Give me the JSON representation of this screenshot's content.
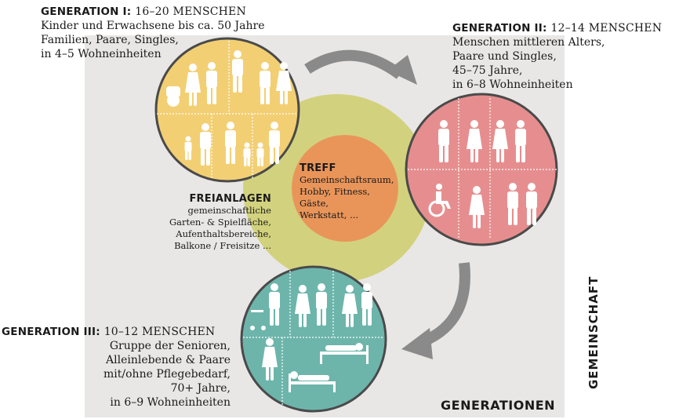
{
  "generation1": {
    "title": "GENERATION I:",
    "count": "16–20 MENSCHEN",
    "lines": [
      "Kinder und Erwachsene bis ca. 50 Jahre",
      "Familien, Paare, Singles,",
      "in 4–5 Wohneinheiten"
    ],
    "color": "#f3cf74"
  },
  "generation2": {
    "title": "GENERATION II:",
    "count": "12–14 MENSCHEN",
    "lines": [
      "Menschen mittleren Alters,",
      "Paare und Singles,",
      "45–75 Jahre,",
      "in 6–8 Wohneinheiten"
    ],
    "color": "#e68e8f"
  },
  "generation3": {
    "title": "GENERATION III:",
    "count": "10–12 MENSCHEN",
    "lines": [
      "Gruppe der Senioren,",
      "Alleinlebende & Paare",
      "mit/ohne Pflegebedarf,",
      "70+ Jahre,",
      "in  6–9 Wohneinheiten"
    ],
    "color": "#6db5ab"
  },
  "treff": {
    "title": "TREFF",
    "lines": [
      "Gemeinschaftsraum,",
      "Hobby, Fitness,",
      "Gäste,",
      "Werkstatt, ..."
    ],
    "color": "#e9955a"
  },
  "freianlagen": {
    "title": "FREIANLAGEN",
    "lines": [
      "gemeinschaftliche",
      "Garten- & Spielfläche,",
      "Aufenthaltsbereiche,",
      "Balkone / Freisitze ..."
    ],
    "color": "#d2d27e"
  },
  "labels": {
    "gemeinschaft": "GEMEINSCHAFT",
    "generationen": "GENERATIONEN"
  },
  "colors": {
    "background_panel": "#e8e7e6",
    "arrow": "#8a8a8a",
    "pictogram": "#ffffff"
  }
}
